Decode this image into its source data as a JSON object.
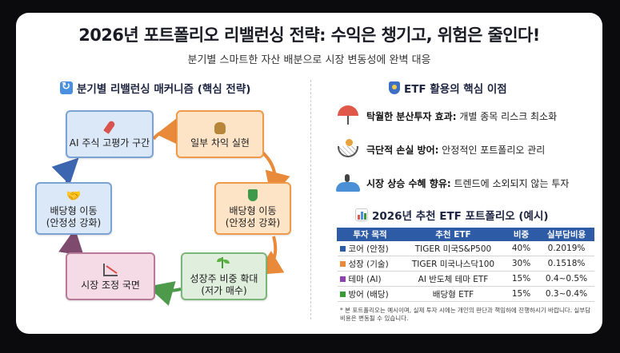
{
  "header": {
    "title": "2026년 포트폴리오 리밸런싱 전략: 수익은 챙기고, 위험은 줄인다!",
    "subtitle": "분기별 스마트한 자산 배분으로 시장 변동성에 완벽 대응"
  },
  "left": {
    "section_title": "분기별 리밸런싱 매커니즘 (핵심 전략)",
    "section_icon": "cycle-icon",
    "cycle": [
      {
        "label": "AI 주식 고평가 구간",
        "icon": "rocket-icon",
        "color": "blue"
      },
      {
        "label": "일부 차익 실현",
        "icon": "money-bag-icon",
        "color": "orange"
      },
      {
        "label": "배당형 이동\n(안정성 강화)",
        "icon": "shield-icon",
        "color": "orange"
      },
      {
        "label": "성장주 비중 확대\n(저가 매수)",
        "icon": "sprout-icon",
        "color": "green"
      },
      {
        "label": "시장 조정 국면",
        "icon": "down-chart-icon",
        "color": "pink"
      },
      {
        "label": "배당형 이동\n(안정성 강화)",
        "icon": "handshake-icon",
        "color": "blue"
      }
    ],
    "arrow_colors": [
      "#e98a3a",
      "#e98a3a",
      "#e98a3a",
      "#4d9a4a",
      "#7e4a6e",
      "#3d66b0"
    ]
  },
  "right": {
    "section_title": "ETF 활용의 핵심 이점",
    "section_icon": "shield-icon",
    "benefits": [
      {
        "bold": "탁월한 분산투자 효과:",
        "text": " 개별 종목 리스크 최소화",
        "icon": "umbrella-icon"
      },
      {
        "bold": "극단적 손실 방어:",
        "text": " 안정적인 포트폴리오 관리",
        "icon": "safety-net-icon"
      },
      {
        "bold": "시장 상승 수혜 향유:",
        "text": " 트렌드에 소외되지 않는 투자",
        "icon": "surfer-icon"
      }
    ],
    "table_title": "2026년 추천 ETF 포트폴리오 (예시)",
    "table_icon": "bar-chart-icon",
    "table": {
      "headers": [
        "투자 목적",
        "추천 ETF",
        "비중",
        "실부담비용"
      ],
      "rows": [
        {
          "purpose": "코어 (안정)",
          "etf": "TIGER 미국S&P500",
          "weight": "40%",
          "cost": "0.2019%",
          "color": "#2e5ba6"
        },
        {
          "purpose": "성장 (기술)",
          "etf": "TIGER 미국나스닥100",
          "weight": "30%",
          "cost": "0.1518%",
          "color": "#e98a3a"
        },
        {
          "purpose": "테마 (AI)",
          "etf": "AI 반도체 테마 ETF",
          "weight": "15%",
          "cost": "0.4~0.5%",
          "color": "#8e44ad"
        },
        {
          "purpose": "방어 (배당)",
          "etf": "배당형 ETF",
          "weight": "15%",
          "cost": "0.3~0.4%",
          "color": "#3a9a3a"
        }
      ]
    },
    "note": "* 본 포트폴리오는 예시이며, 실제 투자 시에는 개인의 판단과 책임하에 진행하시기 바랍니다. 실부담비용은 변동될 수 있습니다."
  }
}
